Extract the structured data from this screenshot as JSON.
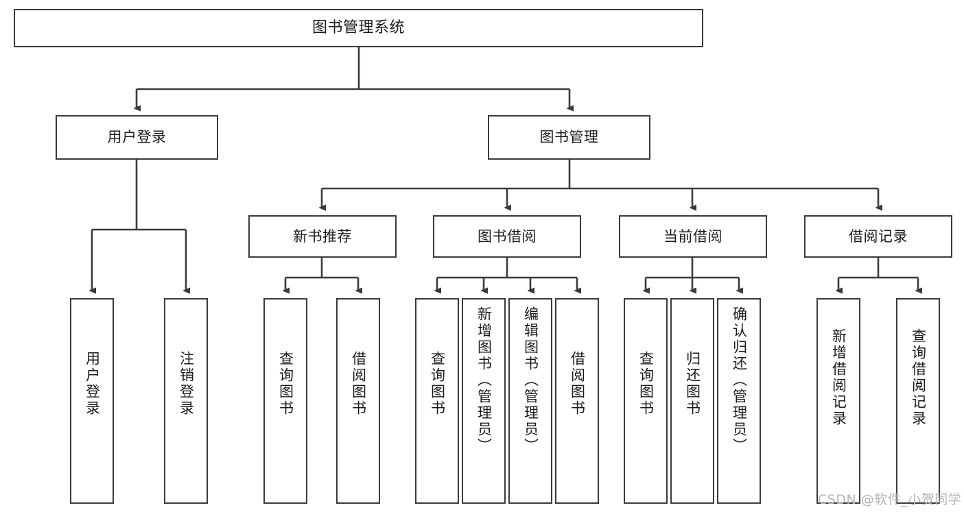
{
  "diagram": {
    "title": "图书管理系统",
    "type": "tree-hierarchy-chart",
    "colors": {
      "background": "#ffffff",
      "node_border": "#3a3a3a",
      "node_fill": "#ffffff",
      "connector": "#3a3a3a",
      "text": "#1a1a1a",
      "watermark": "#b4b4b4"
    },
    "root": {
      "label": "图书管理系统"
    },
    "level2": [
      {
        "label": "用户登录"
      },
      {
        "label": "图书管理"
      }
    ],
    "level3": [
      {
        "label": "新书推荐"
      },
      {
        "label": "图书借阅"
      },
      {
        "label": "当前借阅"
      },
      {
        "label": "借阅记录"
      }
    ],
    "leaves": {
      "user_login": [
        {
          "label": "用户登录"
        },
        {
          "label": "注销登录"
        }
      ],
      "new_book": [
        {
          "label": "查询图书"
        },
        {
          "label": "借阅图书"
        }
      ],
      "book_borrow": [
        {
          "label": "查询图书"
        },
        {
          "label": "新增图书（管理员）"
        },
        {
          "label": "编辑图书（管理员）"
        },
        {
          "label": "借阅图书"
        }
      ],
      "current_borrow": [
        {
          "label": "查询图书"
        },
        {
          "label": "归还图书"
        },
        {
          "label": "确认归还（管理员）"
        }
      ],
      "borrow_record": [
        {
          "label": "新增借阅记录"
        },
        {
          "label": "查询借阅记录"
        }
      ]
    },
    "watermark": "CSDN @软件_小贺同学"
  }
}
